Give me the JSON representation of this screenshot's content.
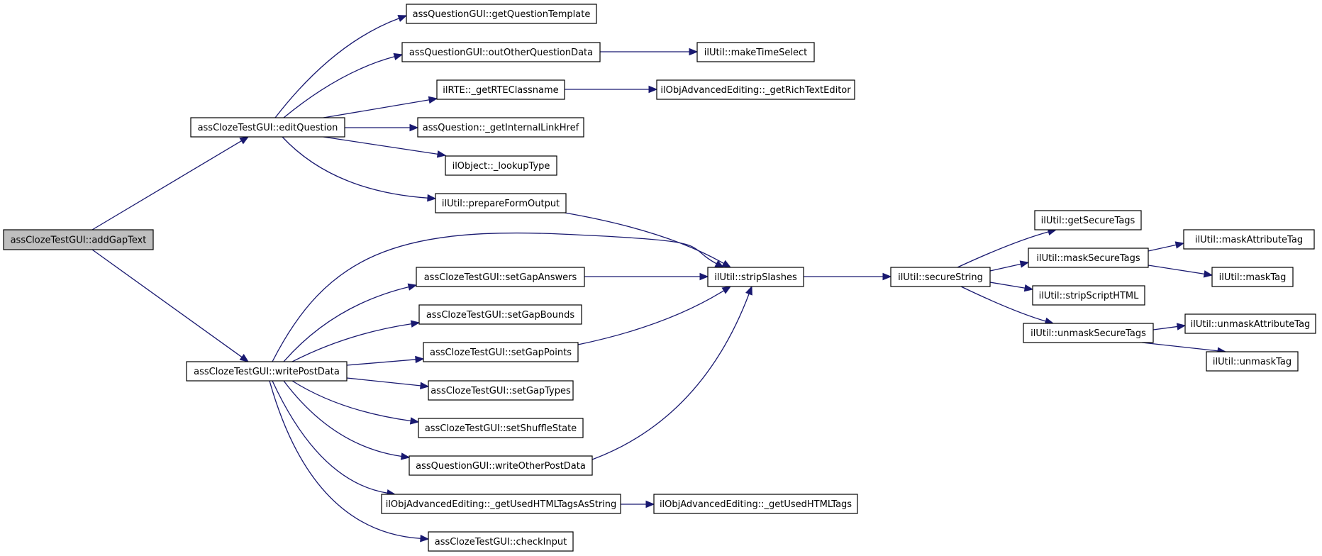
{
  "graph": {
    "nodes": [
      {
        "id": "addGapText",
        "label": "assClozeTestGUI::addGapText",
        "root": true
      },
      {
        "id": "editQuestion",
        "label": "assClozeTestGUI::editQuestion"
      },
      {
        "id": "writePostData",
        "label": "assClozeTestGUI::writePostData"
      },
      {
        "id": "getQuestionTemplate",
        "label": "assQuestionGUI::getQuestionTemplate"
      },
      {
        "id": "outOtherQuestionData",
        "label": "assQuestionGUI::outOtherQuestionData"
      },
      {
        "id": "getRTEClassname",
        "label": "ilRTE::_getRTEClassname"
      },
      {
        "id": "getInternalLinkHref",
        "label": "assQuestion::_getInternalLinkHref"
      },
      {
        "id": "lookupType",
        "label": "ilObject::_lookupType"
      },
      {
        "id": "prepareFormOutput",
        "label": "ilUtil::prepareFormOutput"
      },
      {
        "id": "makeTimeSelect",
        "label": "ilUtil::makeTimeSelect"
      },
      {
        "id": "getRichTextEditor",
        "label": "ilObjAdvancedEditing::_getRichTextEditor"
      },
      {
        "id": "setGapAnswers",
        "label": "assClozeTestGUI::setGapAnswers"
      },
      {
        "id": "setGapBounds",
        "label": "assClozeTestGUI::setGapBounds"
      },
      {
        "id": "setGapPoints",
        "label": "assClozeTestGUI::setGapPoints"
      },
      {
        "id": "setGapTypes",
        "label": "assClozeTestGUI::setGapTypes"
      },
      {
        "id": "setShuffleState",
        "label": "assClozeTestGUI::setShuffleState"
      },
      {
        "id": "writeOtherPostData",
        "label": "assQuestionGUI::writeOtherPostData"
      },
      {
        "id": "getUsedHTMLTagsAsString",
        "label": "ilObjAdvancedEditing::_getUsedHTMLTagsAsString"
      },
      {
        "id": "checkInput",
        "label": "assClozeTestGUI::checkInput"
      },
      {
        "id": "getUsedHTMLTags",
        "label": "ilObjAdvancedEditing::_getUsedHTMLTags"
      },
      {
        "id": "stripSlashes",
        "label": "ilUtil::stripSlashes"
      },
      {
        "id": "secureString",
        "label": "ilUtil::secureString"
      },
      {
        "id": "getSecureTags",
        "label": "ilUtil::getSecureTags"
      },
      {
        "id": "maskSecureTags",
        "label": "ilUtil::maskSecureTags"
      },
      {
        "id": "stripScriptHTML",
        "label": "ilUtil::stripScriptHTML"
      },
      {
        "id": "unmaskSecureTags",
        "label": "ilUtil::unmaskSecureTags"
      },
      {
        "id": "maskAttributeTag",
        "label": "ilUtil::maskAttributeTag"
      },
      {
        "id": "maskTag",
        "label": "ilUtil::maskTag"
      },
      {
        "id": "unmaskAttributeTag",
        "label": "ilUtil::unmaskAttributeTag"
      },
      {
        "id": "unmaskTag",
        "label": "ilUtil::unmaskTag"
      }
    ],
    "edges": [
      [
        "addGapText",
        "editQuestion"
      ],
      [
        "addGapText",
        "writePostData"
      ],
      [
        "editQuestion",
        "getQuestionTemplate"
      ],
      [
        "editQuestion",
        "outOtherQuestionData"
      ],
      [
        "editQuestion",
        "getRTEClassname"
      ],
      [
        "editQuestion",
        "getInternalLinkHref"
      ],
      [
        "editQuestion",
        "lookupType"
      ],
      [
        "editQuestion",
        "prepareFormOutput"
      ],
      [
        "outOtherQuestionData",
        "makeTimeSelect"
      ],
      [
        "getRTEClassname",
        "getRichTextEditor"
      ],
      [
        "prepareFormOutput",
        "stripSlashes"
      ],
      [
        "writePostData",
        "stripSlashes"
      ],
      [
        "writePostData",
        "setGapAnswers"
      ],
      [
        "writePostData",
        "setGapBounds"
      ],
      [
        "writePostData",
        "setGapPoints"
      ],
      [
        "writePostData",
        "setGapTypes"
      ],
      [
        "writePostData",
        "setShuffleState"
      ],
      [
        "writePostData",
        "writeOtherPostData"
      ],
      [
        "writePostData",
        "getUsedHTMLTagsAsString"
      ],
      [
        "writePostData",
        "checkInput"
      ],
      [
        "setGapAnswers",
        "stripSlashes"
      ],
      [
        "setGapPoints",
        "stripSlashes"
      ],
      [
        "writeOtherPostData",
        "stripSlashes"
      ],
      [
        "getUsedHTMLTagsAsString",
        "getUsedHTMLTags"
      ],
      [
        "stripSlashes",
        "secureString"
      ],
      [
        "secureString",
        "getSecureTags"
      ],
      [
        "secureString",
        "maskSecureTags"
      ],
      [
        "secureString",
        "stripScriptHTML"
      ],
      [
        "secureString",
        "unmaskSecureTags"
      ],
      [
        "maskSecureTags",
        "maskAttributeTag"
      ],
      [
        "maskSecureTags",
        "maskTag"
      ],
      [
        "unmaskSecureTags",
        "unmaskAttributeTag"
      ],
      [
        "unmaskSecureTags",
        "unmaskTag"
      ]
    ]
  }
}
